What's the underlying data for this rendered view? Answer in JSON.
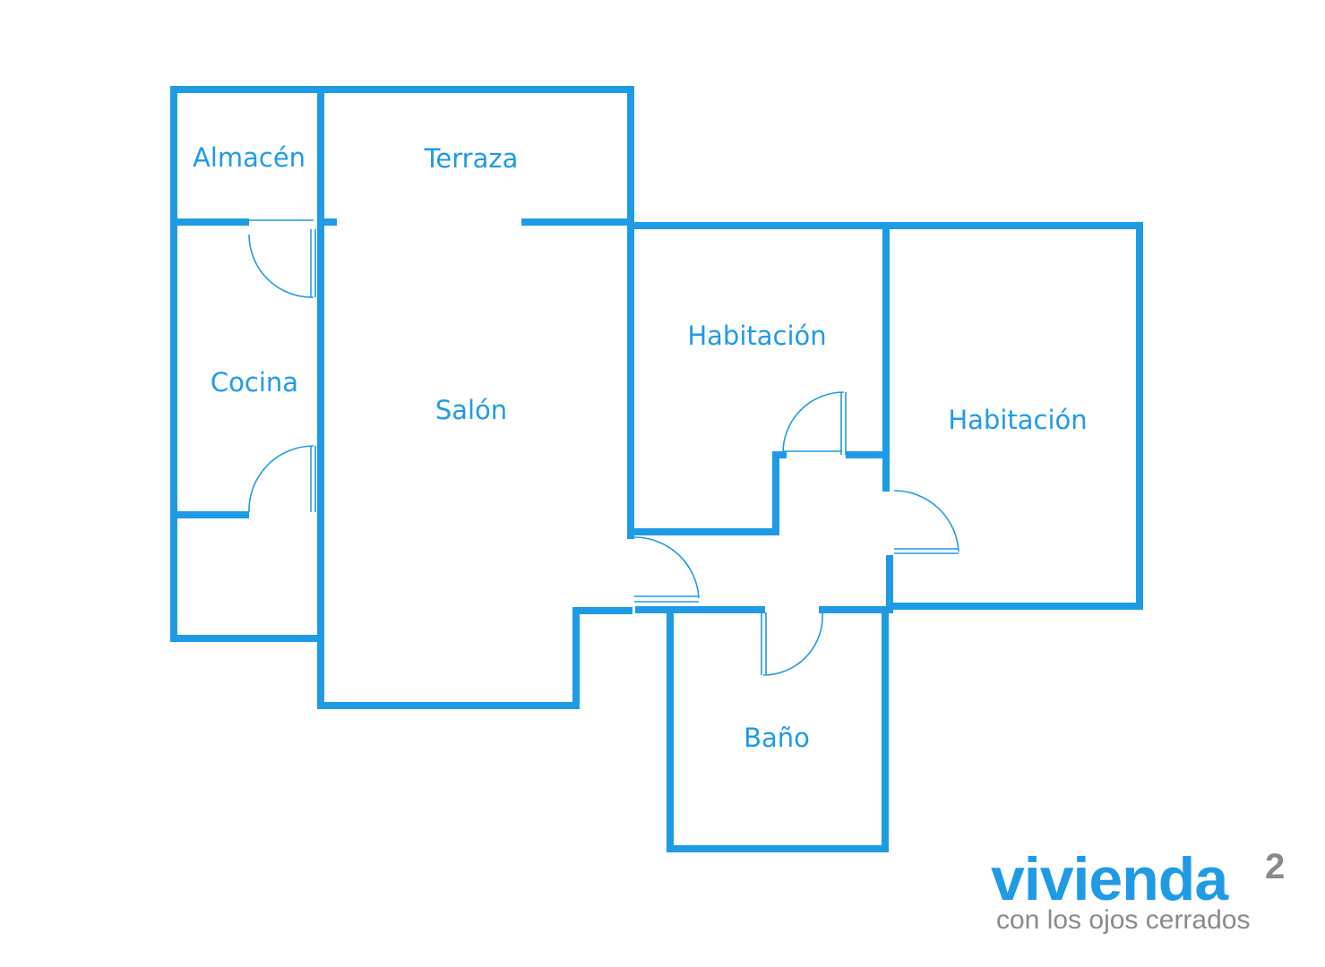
{
  "rooms": {
    "almacen": "Almacén",
    "terraza": "Terraza",
    "cocina": "Cocina",
    "salon": "Salón",
    "habitacion_1": "Habitación",
    "habitacion_2": "Habitación",
    "bano": "Baño"
  },
  "logo": {
    "brand": "vivienda",
    "superscript": "2",
    "tagline": "con los ojos cerrados"
  },
  "colors": {
    "wall": "#1f9be6",
    "brand_grey": "#8a8a8a",
    "background": "#ffffff"
  }
}
